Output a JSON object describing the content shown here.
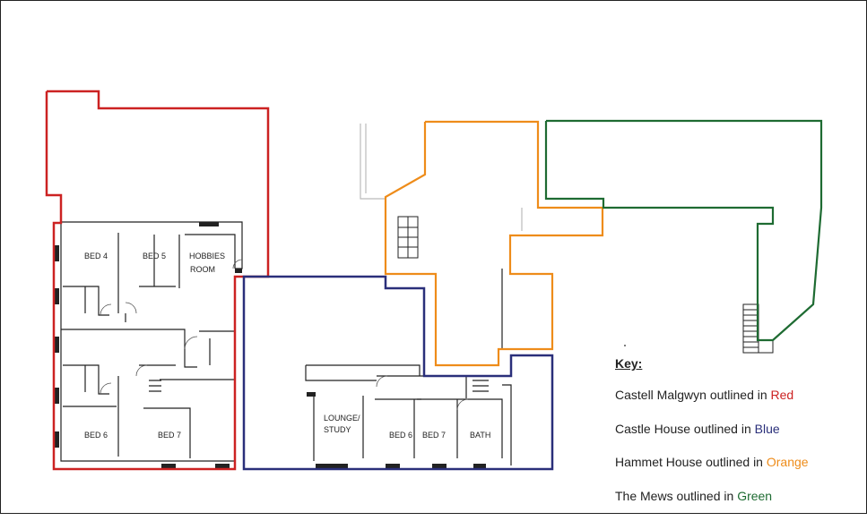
{
  "rooms": {
    "castell_bed4": "BED 4",
    "castell_bed5": "BED 5",
    "castell_hobbies_1": "HOBBIES",
    "castell_hobbies_2": "ROOM",
    "castell_bed6": "BED 6",
    "castell_bed7": "BED 7",
    "castle_lounge_1": "LOUNGE/",
    "castle_lounge_2": "STUDY",
    "castle_bed6": "BED 6",
    "castle_bed7": "BED 7",
    "castle_bath": "BATH"
  },
  "legend": {
    "title": "Key:",
    "items": [
      {
        "prefix": "Castell Malgwyn outlined in ",
        "color_word": "Red",
        "color": "#cc2222"
      },
      {
        "prefix": "Castle House outlined in ",
        "color_word": "Blue",
        "color": "#2a2f7a"
      },
      {
        "prefix": "Hammet House outlined in ",
        "color_word": "Orange",
        "color": "#ee8c1a"
      },
      {
        "prefix": "The Mews outlined in ",
        "color_word": "Green",
        "color": "#1e6b32"
      }
    ]
  }
}
